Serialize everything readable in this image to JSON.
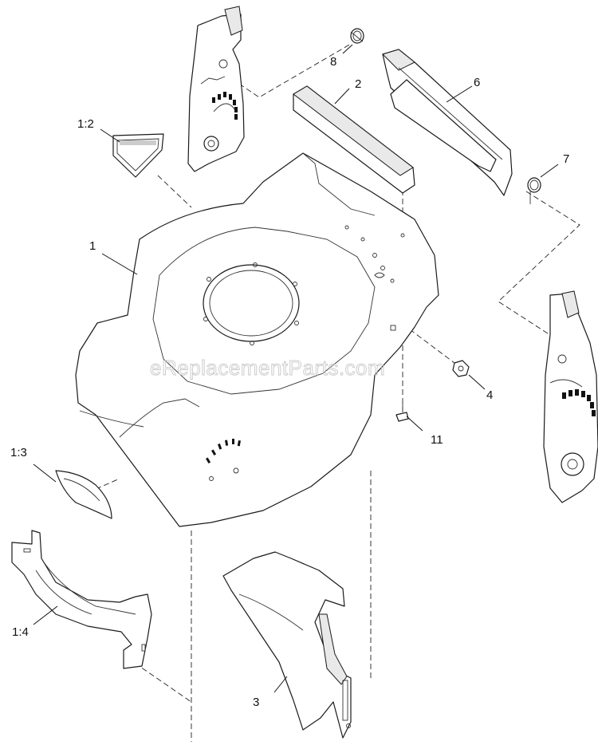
{
  "watermark": "eReplacementParts.com",
  "callouts": [
    {
      "id": "callout-1",
      "text": "1"
    },
    {
      "id": "callout-1-2",
      "text": "1:2"
    },
    {
      "id": "callout-1-3",
      "text": "1:3"
    },
    {
      "id": "callout-1-4",
      "text": "1:4"
    },
    {
      "id": "callout-2",
      "text": "2"
    },
    {
      "id": "callout-3",
      "text": "3"
    },
    {
      "id": "callout-4",
      "text": "4"
    },
    {
      "id": "callout-6",
      "text": "6"
    },
    {
      "id": "callout-7",
      "text": "7"
    },
    {
      "id": "callout-8",
      "text": "8"
    },
    {
      "id": "callout-11",
      "text": "11"
    }
  ]
}
